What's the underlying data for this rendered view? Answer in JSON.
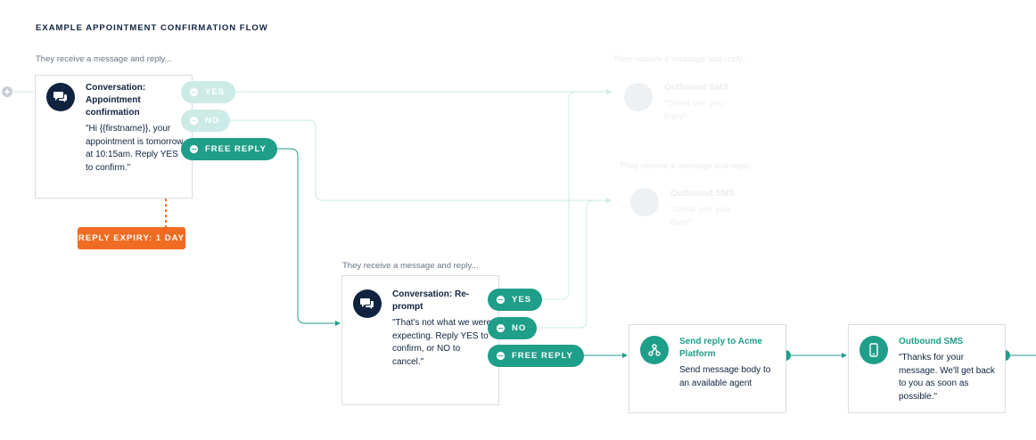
{
  "heading": "EXAMPLE APPOINTMENT CONFIRMATION FLOW",
  "colors": {
    "navy": "#0f2340",
    "teal": "#1f9e8a",
    "teal_faded": "#cdebe6",
    "orange": "#ef6c22",
    "border": "#d7dde3"
  },
  "nodes": {
    "conversation1": {
      "caption": "They receive a message and reply...",
      "title": "Conversation: Appointment confirmation",
      "text": "\"Hi {{firstname}}, your appointment is tomorrow at 10:15am. Reply YES to confirm.\"",
      "icon": "chat-bubbles-icon",
      "replies": [
        "YES",
        "NO",
        "FREE REPLY"
      ],
      "expiry": "REPLY EXPIRY: 1 DAY"
    },
    "faded_sms1": {
      "caption": "They receive a message and reply...",
      "title": "Outbound SMS",
      "text": "\"Great see you then!\"",
      "icon": "chat-bubbles-icon"
    },
    "faded_sms2": {
      "caption": "They receive a message and reply...",
      "title": "Outbound SMS",
      "text": "\"Great see you then!\"",
      "icon": "chat-bubbles-icon"
    },
    "conversation2": {
      "caption": "They receive a message and reply...",
      "title": "Conversation: Re-prompt",
      "text": "\"That's not what we were expecting. Reply YES to confirm, or NO to cancel.\"",
      "icon": "chat-bubbles-icon",
      "replies": [
        "YES",
        "NO",
        "FREE REPLY"
      ]
    },
    "send_reply": {
      "title": "Send reply to Acme Platform",
      "text": "Send message body to an available agent",
      "icon": "webhook-icon"
    },
    "outbound_sms": {
      "title": "Outbound SMS",
      "text": "\"Thanks for your message. We'll get back to you as soon as possible.\"",
      "icon": "phone-icon"
    }
  }
}
